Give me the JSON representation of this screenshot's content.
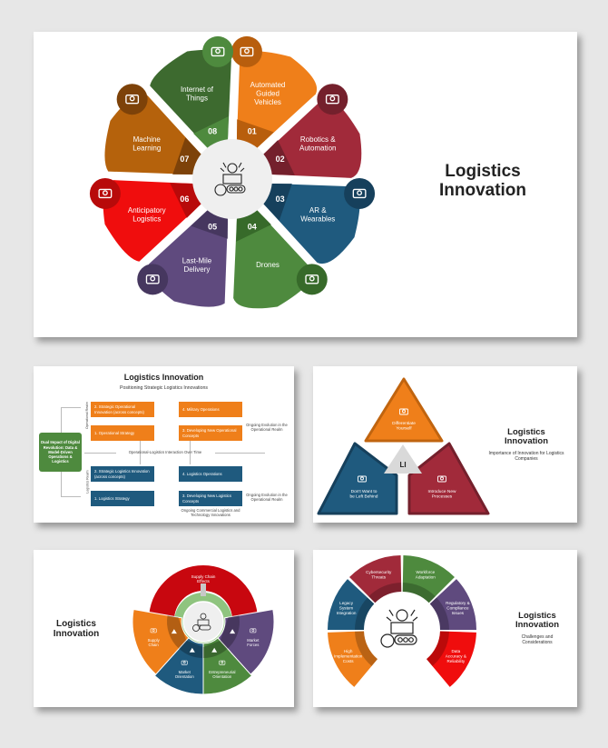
{
  "slides": {
    "main": {
      "title_line1": "Logistics",
      "title_line2": "Innovation",
      "center_icon": "innovation-conveyor-icon",
      "petals": [
        {
          "num": "01",
          "label": [
            "Automated",
            "Guided",
            "Vehicles"
          ],
          "color": "#ef7f1a",
          "dark": "#b85e0d",
          "icon": "agv-icon"
        },
        {
          "num": "02",
          "label": [
            "Robotics &",
            "Automation"
          ],
          "color": "#a12a3a",
          "dark": "#74202c",
          "icon": "robot-arm-icon"
        },
        {
          "num": "03",
          "label": [
            "AR &",
            "Wearables"
          ],
          "color": "#1f5a7e",
          "dark": "#16405c",
          "icon": "wearable-hand-icon"
        },
        {
          "num": "04",
          "label": [
            "Drones"
          ],
          "color": "#4e8a3e",
          "dark": "#376a2a",
          "icon": "drone-icon"
        },
        {
          "num": "05",
          "label": [
            "Last-Mile",
            "Delivery"
          ],
          "color": "#5f4a7e",
          "dark": "#46375f",
          "icon": "delivery-truck-person-icon"
        },
        {
          "num": "06",
          "label": [
            "Anticipatory",
            "Logistics"
          ],
          "color": "#f00d0d",
          "dark": "#b80a0a",
          "icon": "forecast-robot-icon"
        },
        {
          "num": "07",
          "label": [
            "Machine",
            "Learning"
          ],
          "color": "#b5620c",
          "dark": "#7d4209",
          "icon": "brain-icon"
        },
        {
          "num": "08",
          "label": [
            "Internet of",
            "Things"
          ],
          "color": "#3d6a2f",
          "dark": "#4e8a3e",
          "icon": "iot-network-icon"
        }
      ]
    },
    "positioning": {
      "title": "Logistics Innovation",
      "subtitle": "Positioning Strategic Logistics Innovations",
      "left_box": "Dual Impact of Digital Revolution: Data & Model-Driven Operations & Logistics",
      "realm_top": "Operational Realm",
      "realm_bottom": "Logistics Realm",
      "boxes": {
        "op2": "2. Strategic Operational Innovation (across concepts)",
        "op1": "1. Operational Strategy",
        "op4": "4. Military Operations",
        "op3": "3. Developing New Operational Concepts",
        "lg2": "2. Strategic Logistics Innovation (across concepts)",
        "lg1": "1. Logistics Strategy",
        "lg4": "4. Logistics Operations",
        "lg3": "3. Developing New Logistics Concepts"
      },
      "middle_label": "Operational-Logistics Interaction Over Time",
      "note_top": "Ongoing Evolution in the Operational Realm",
      "note_bottom": "Ongoing Evolution in the Operational Realm",
      "note_footer": "Ongoing Commercial Logistics and Technology Innovations"
    },
    "importance": {
      "title_line1": "Logistics",
      "title_line2": "Innovation",
      "subtitle": "Importance of Innovation for Logistics Companies",
      "center": "LI",
      "triangles": [
        {
          "label": [
            "Differentiate",
            "Yourself"
          ],
          "color": "#ef7f1a",
          "border": "#c0640f",
          "icon": "network-star-icon"
        },
        {
          "label": [
            "Don't Want to",
            "be Left Behind"
          ],
          "color": "#1f5a7e",
          "border": "#16405c",
          "icon": "cube-icon"
        },
        {
          "label": [
            "Introduce New",
            "Processes"
          ],
          "color": "#a12a3a",
          "border": "#74202c",
          "icon": "process-gear-icon"
        }
      ]
    },
    "effects": {
      "title_line1": "Logistics",
      "title_line2": "Innovation",
      "top": {
        "label": [
          "Supply Chain",
          "Effects"
        ],
        "color": "#c8070f"
      },
      "segments": [
        {
          "label": [
            "Supply",
            "Chain"
          ],
          "color": "#ef7f1a",
          "icon": "supply-chain-icon"
        },
        {
          "label": [
            "Market",
            "Orientation"
          ],
          "color": "#1f5a7e",
          "icon": "market-chart-icon"
        },
        {
          "label": [
            "Entrepreneurial",
            "Orientation"
          ],
          "color": "#4e8a3e",
          "icon": "growth-person-icon"
        },
        {
          "label": [
            "Market",
            "Forces"
          ],
          "color": "#5f4a7e",
          "icon": "basket-icon"
        }
      ]
    },
    "challenges": {
      "title_line1": "Logistics",
      "title_line2": "Innovation",
      "subtitle": "Challenges and Considerations",
      "segments": [
        {
          "label": [
            "High",
            "Implementation",
            "Costs"
          ],
          "color": "#ef7f1a"
        },
        {
          "label": [
            "Legacy",
            "System",
            "Integration"
          ],
          "color": "#1f5a7e"
        },
        {
          "label": [
            "Cybersecurity",
            "Threats"
          ],
          "color": "#a12a3a"
        },
        {
          "label": [
            "Workforce",
            "Adaptation"
          ],
          "color": "#4e8a3e"
        },
        {
          "label": [
            "Regulatory &",
            "Compliance",
            "Issues"
          ],
          "color": "#5f4a7e"
        },
        {
          "label": [
            "Data",
            "Accuracy &",
            "Reliability"
          ],
          "color": "#f00d0d"
        }
      ]
    }
  }
}
